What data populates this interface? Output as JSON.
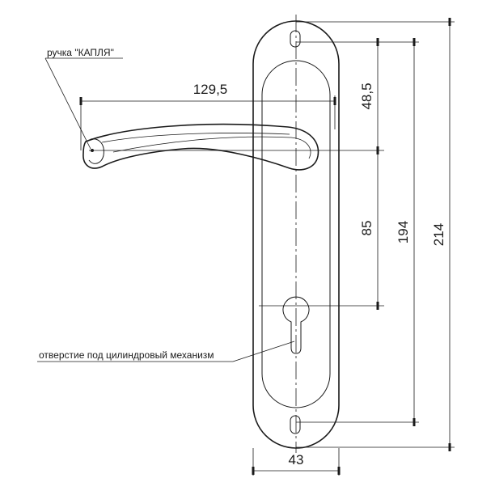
{
  "labels": {
    "handle": "ручка \"КАПЛЯ\"",
    "cylinder_hole": "отверстие под цилиндровый механизм"
  },
  "dimensions": {
    "handle_length": "129,5",
    "hole_to_top_screw": "48,5",
    "hole_to_cylinder": "85",
    "screw_spacing": "194",
    "total_height": "214",
    "plate_width": "43"
  }
}
